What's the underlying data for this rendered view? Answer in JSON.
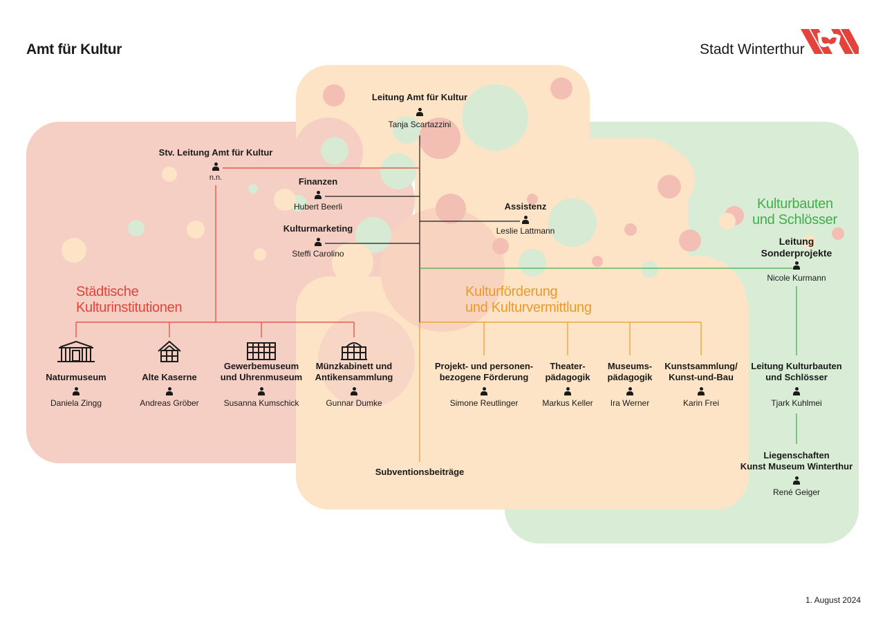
{
  "header": {
    "title": "Amt für Kultur",
    "brand": "Stadt Winterthur",
    "date": "1. August 2024"
  },
  "colors": {
    "red": "#e4423a",
    "orange": "#eb9a2a",
    "green": "#3fae49",
    "pink_bg": "#f5cfc4",
    "peach_bg": "#fde4c6",
    "green_bg": "#d8ecd6"
  },
  "leitung": {
    "title": "Leitung Amt für Kultur",
    "name": "Tanja Scartazzini"
  },
  "stv": {
    "title": "Stv. Leitung Amt für Kultur",
    "name": "n.n."
  },
  "finanzen": {
    "title": "Finanzen",
    "name": "Hubert Beerli"
  },
  "kulturmarketing": {
    "title": "Kulturmarketing",
    "name": "Steffi Carolino"
  },
  "assistenz": {
    "title": "Assistenz",
    "name": "Leslie Lattmann"
  },
  "staedtische": {
    "heading_line1": "Städtische",
    "heading_line2": "Kulturinstitutionen",
    "units": [
      {
        "line1": "Naturmuseum",
        "line2": "",
        "name": "Daniela Zingg",
        "icon": "museum-building-icon"
      },
      {
        "line1": "Alte Kaserne",
        "line2": "",
        "name": "Andreas Gröber",
        "icon": "house-icon"
      },
      {
        "line1": "Gewerbemuseum",
        "line2": "und Uhrenmuseum",
        "name": "Susanna Kumschick",
        "icon": "factory-building-icon"
      },
      {
        "line1": "Münzkabinett und",
        "line2": "Antikensammlung",
        "name": "Gunnar Dumke",
        "icon": "villa-building-icon"
      }
    ]
  },
  "foerderung": {
    "heading_line1": "Kulturförderung",
    "heading_line2": "und Kulturvermittlung",
    "units": [
      {
        "line1": "Projekt- und personen-",
        "line2": "bezogene Förderung",
        "name": "Simone Reutlinger"
      },
      {
        "line1": "Theater-",
        "line2": "pädagogik",
        "name": "Markus Keller"
      },
      {
        "line1": "Museums-",
        "line2": "pädagogik",
        "name": "Ira Werner"
      },
      {
        "line1": "Kunstsammlung/",
        "line2": "Kunst-und-Bau",
        "name": "Karin Frei"
      }
    ],
    "subventionen": "Subventionsbeiträge"
  },
  "kulturbauten": {
    "heading_line1": "Kulturbauten",
    "heading_line2": "und Schlösser",
    "sonder": {
      "line1": "Leitung",
      "line2": "Sonderprojekte",
      "name": "Nicole Kurmann"
    },
    "leitung_bauten": {
      "line1": "Leitung Kulturbauten",
      "line2": "und Schlösser",
      "name": "Tjark Kuhlmei"
    },
    "liegenschaften": {
      "line1": "Liegenschaften",
      "line2": "Kunst Museum Winterthur",
      "name": "René Geiger"
    }
  }
}
